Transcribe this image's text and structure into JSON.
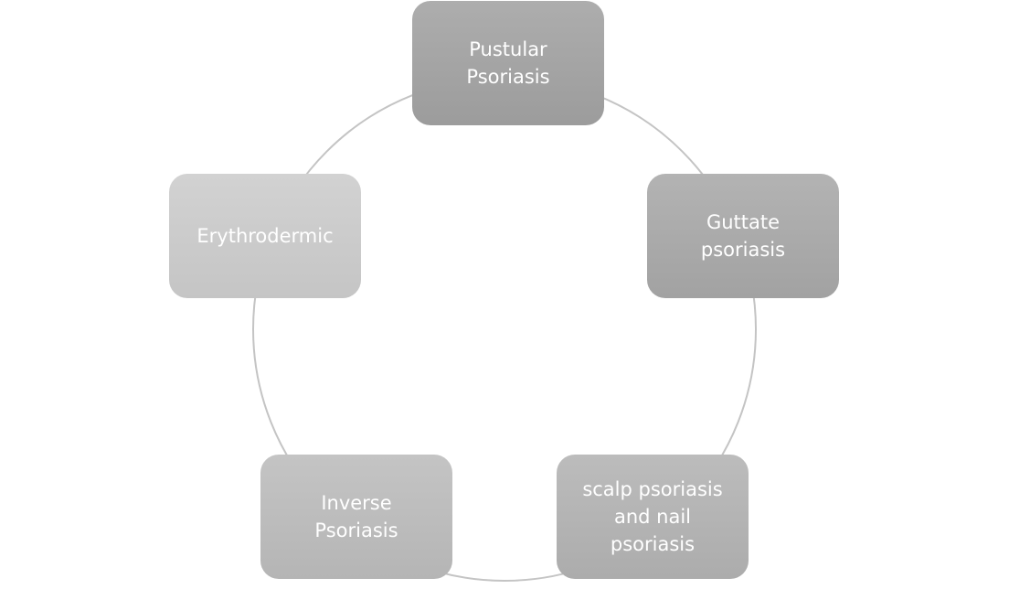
{
  "diagram": {
    "type": "cycle",
    "nodes": [
      {
        "label": "Pustular\nPsoriasis"
      },
      {
        "label": "Guttate\npsoriasis"
      },
      {
        "label": "scalp psoriasis\nand nail\npsoriasis"
      },
      {
        "label": "Inverse\nPsoriasis"
      },
      {
        "label": "Erythrodermic"
      }
    ],
    "colors": {
      "ring": "#c4c4c4",
      "text": "#ffffff"
    }
  }
}
